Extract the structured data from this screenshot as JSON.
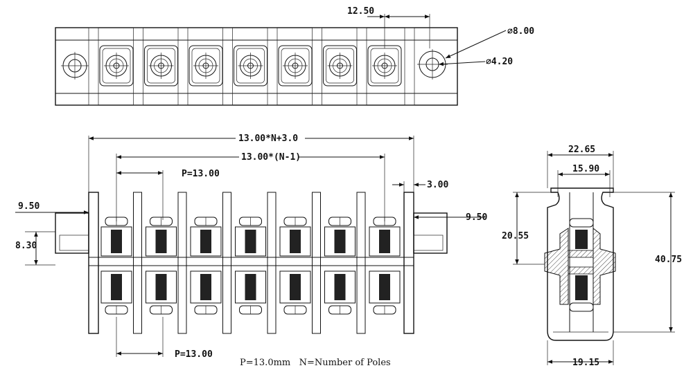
{
  "top_view": {
    "pitch_label": "12.50",
    "outer_dia_label": "⌀8.00",
    "hole_dia_label": "⌀4.20",
    "pole_count": 7
  },
  "front_view": {
    "overall_length_label": "13.00*N+3.0",
    "center_span_label": "13.00*(N-1)",
    "pitch_top_label": "P=13.00",
    "pitch_bottom_label": "P=13.00",
    "barrier_label": "3.00",
    "left_flange_label": "9.50",
    "right_flange_label": "9.50",
    "flange_height_label": "8.30",
    "pole_count": 7
  },
  "side_view": {
    "top_width_label": "22.65",
    "inner_width_label": "15.90",
    "upper_height_label": "20.55",
    "total_height_label": "40.75",
    "base_width_label": "19.15"
  },
  "footnote": {
    "text": "P=13.0mm   N=Number of Poles"
  }
}
